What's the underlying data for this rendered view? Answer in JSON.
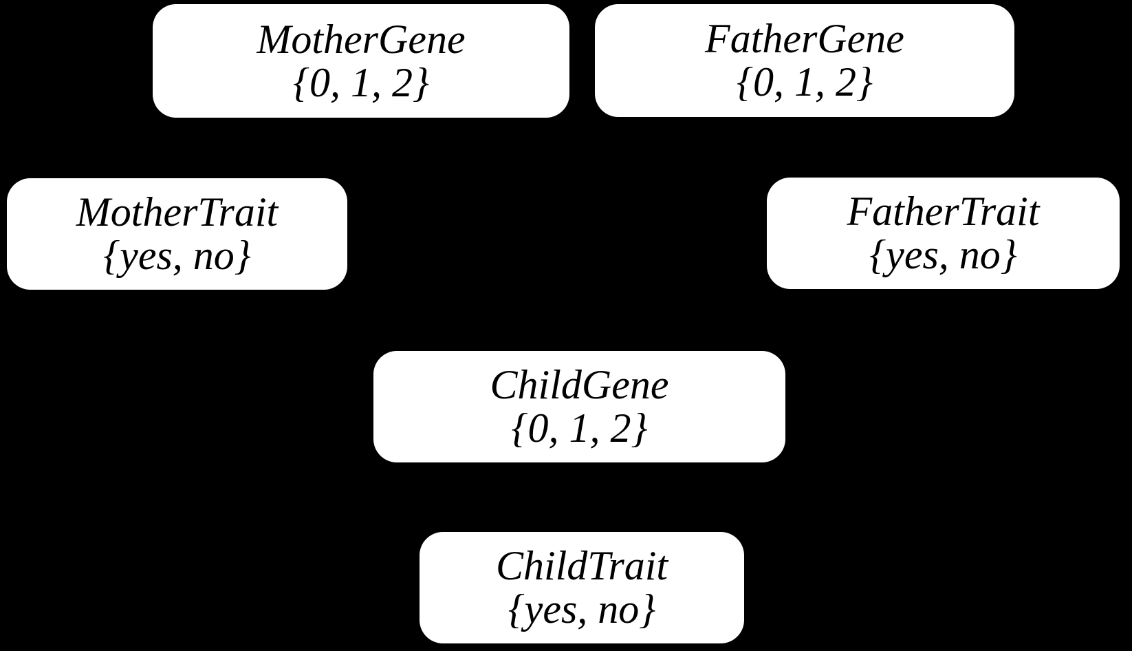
{
  "diagram": {
    "type": "bayesian-network-nodes",
    "background_color": "#000000",
    "node_fill_color": "#ffffff",
    "node_text_color": "#000000",
    "nodes": [
      {
        "id": "mother-gene",
        "name": "MotherGene",
        "values": "{0, 1, 2}"
      },
      {
        "id": "father-gene",
        "name": "FatherGene",
        "values": "{0, 1, 2}"
      },
      {
        "id": "mother-trait",
        "name": "MotherTrait",
        "values": "{yes, no}"
      },
      {
        "id": "father-trait",
        "name": "FatherTrait",
        "values": "{yes, no}"
      },
      {
        "id": "child-gene",
        "name": "ChildGene",
        "values": "{0, 1, 2}"
      },
      {
        "id": "child-trait",
        "name": "ChildTrait",
        "values": "{yes, no}"
      }
    ]
  }
}
